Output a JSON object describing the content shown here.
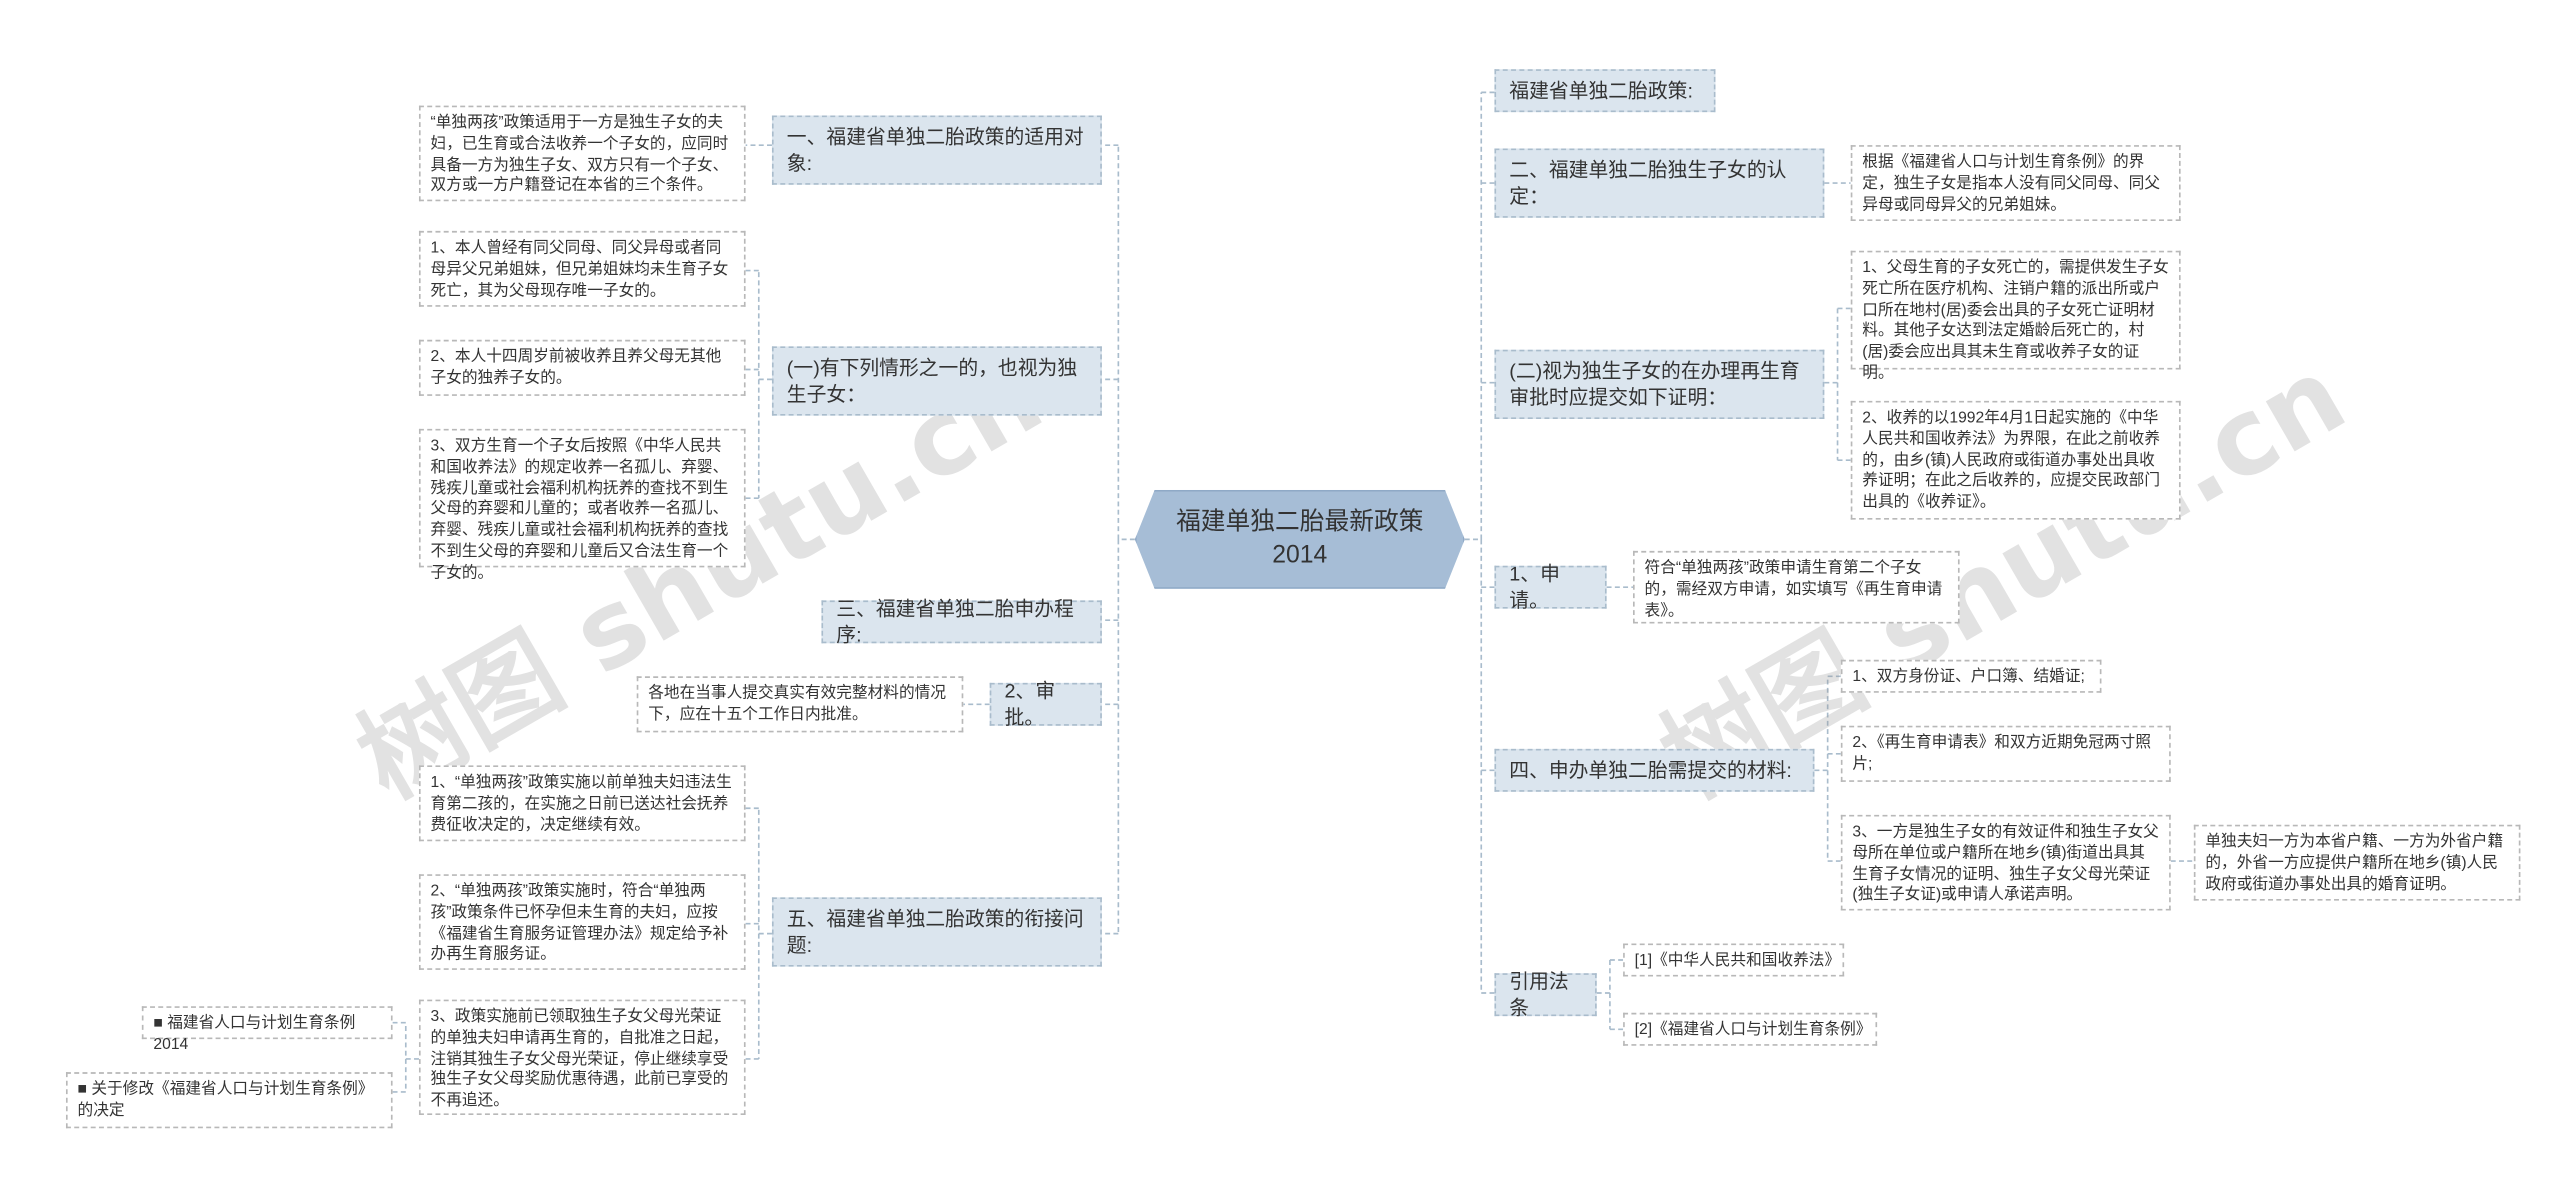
{
  "root": "福建单独二胎最新政策2014",
  "watermarks": [
    "树图 shutu.cn",
    "树图 shutu.cn"
  ],
  "left": {
    "t1": {
      "label": "一、福建省单独二胎政策的适用对象:",
      "leaf1": "“单独两孩”政策适用于一方是独生子女的夫妇，已生育或合法收养一个子女的，应同时具备一方为独生子女、双方只有一个子女、双方或一方户籍登记在本省的三个条件。"
    },
    "t2": {
      "label": "(一)有下列情形之一的，也视为独生子女：",
      "leaf1": "1、本人曾经有同父同母、同父异母或者同母异父兄弟姐妹，但兄弟姐妹均未生育子女死亡，其为父母现存唯一子女的。",
      "leaf2": "2、本人十四周岁前被收养且养父母无其他子女的独养子女的。",
      "leaf3": "3、双方生育一个子女后按照《中华人民共和国收养法》的规定收养一名孤儿、弃婴、残疾儿童或社会福利机构抚养的查找不到生父母的弃婴和儿童的；或者收养一名孤儿、弃婴、残疾儿童或社会福利机构抚养的查找不到生父母的弃婴和儿童后又合法生育一个子女的。"
    },
    "t3": {
      "label": "三、福建省单独二胎申办程序:"
    },
    "t4": {
      "label": "2、审批。",
      "leaf1": "各地在当事人提交真实有效完整材料的情况下，应在十五个工作日内批准。"
    },
    "t5": {
      "label": "五、福建省单独二胎政策的衔接问题:",
      "leaf1": "1、“单独两孩”政策实施以前单独夫妇违法生育第二孩的，在实施之日前已送达社会抚养费征收决定的，决定继续有效。",
      "leaf2": "2、“单独两孩”政策实施时，符合“单独两孩”政策条件已怀孕但未生育的夫妇，应按《福建省生育服务证管理办法》规定给予补办再生育服务证。",
      "leaf3": "3、政策实施前已领取独生子女父母光荣证的单独夫妇申请再生育的，自批准之日起，注销其独生子女父母光荣证，停止继续享受独生子女父母奖励优惠待遇，此前已享受的不再追还。",
      "sub1": "■ 福建省人口与计划生育条例2014",
      "sub2": "■ 关于修改《福建省人口与计划生育条例》的决定"
    }
  },
  "right": {
    "r1": {
      "label": "福建省单独二胎政策:"
    },
    "r2": {
      "label": "二、福建单独二胎独生子女的认定：",
      "leaf1": "根据《福建省人口与计划生育条例》的界定，独生子女是指本人没有同父同母、同父异母或同母异父的兄弟姐妹。"
    },
    "r3": {
      "label": "(二)视为独生子女的在办理再生育审批时应提交如下证明：",
      "leaf1": "1、父母生育的子女死亡的，需提供发生子女死亡所在医疗机构、注销户籍的派出所或户口所在地村(居)委会出具的子女死亡证明材料。其他子女达到法定婚龄后死亡的，村(居)委会应出具其未生育或收养子女的证明。",
      "leaf2": "2、收养的以1992年4月1日起实施的《中华人民共和国收养法》为界限，在此之前收养的，由乡(镇)人民政府或街道办事处出具收养证明；在此之后收养的，应提交民政部门出具的《收养证》。"
    },
    "r4": {
      "label": "1、申请。",
      "leaf1": "符合“单独两孩”政策申请生育第二个子女的，需经双方申请，如实填写《再生育申请表》。"
    },
    "r5": {
      "label": "四、申办单独二胎需提交的材料:",
      "leaf1": "1、双方身份证、户口簿、结婚证;",
      "leaf2": "2、《再生育申请表》和双方近期免冠两寸照片;",
      "leaf3": "3、一方是独生子女的有效证件和独生子女父母所在单位或户籍所在地乡(镇)街道出具其生育子女情况的证明、独生子女父母光荣证(独生子女证)或申请人承诺声明。",
      "sub1": "单独夫妇一方为本省户籍、一方为外省户籍的，外省一方应提供户籍所在地乡(镇)人民政府或街道办事处出具的婚育证明。"
    },
    "r6": {
      "label": "引用法条",
      "leaf1": "[1]《中华人民共和国收养法》",
      "leaf2": "[2]《福建省人口与计划生育条例》"
    }
  },
  "colors": {
    "root_fill": "#a6bdd6",
    "topic_fill": "#dbe5ee",
    "connector": "#a9bccc"
  }
}
